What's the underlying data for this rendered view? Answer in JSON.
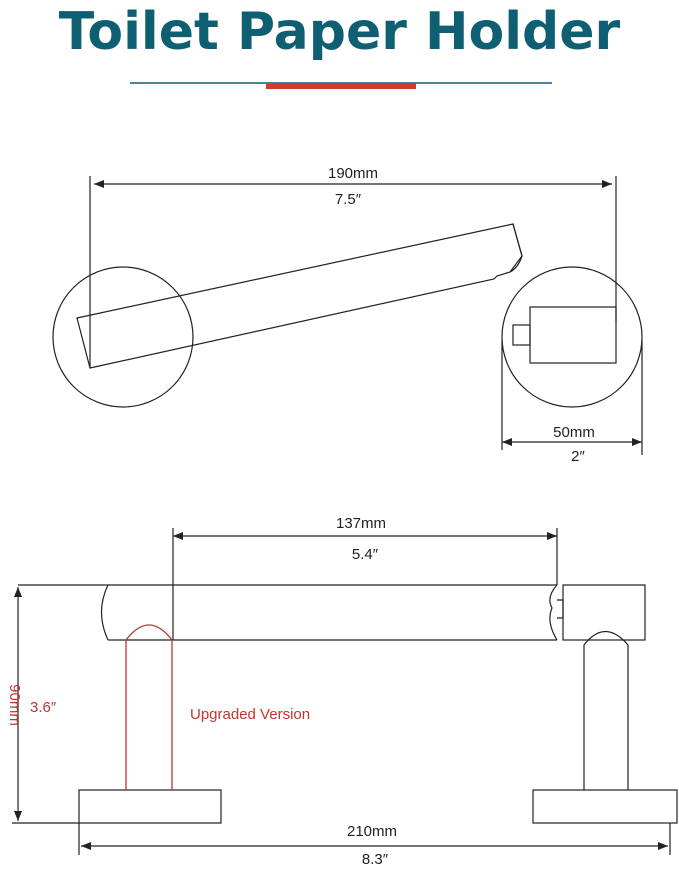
{
  "title": "Toilet Paper Holder",
  "colors": {
    "title": "#0f5f73",
    "underline": "#0f5f73",
    "accent_bar": "#d9382e",
    "upgrade": "#c0352d",
    "line": "#222222"
  },
  "top_view": {
    "width_dim": {
      "mm": "190mm",
      "inch": "7.5″"
    },
    "base_dim": {
      "mm": "50mm",
      "inch": "2″"
    }
  },
  "front_view": {
    "bar_dim": {
      "mm": "137mm",
      "inch": "5.4″"
    },
    "height_dim": {
      "mm": "90mm",
      "inch": "3.6″"
    },
    "total_dim": {
      "mm": "210mm",
      "inch": "8.3″"
    },
    "upgrade_label": "Upgraded Version"
  }
}
